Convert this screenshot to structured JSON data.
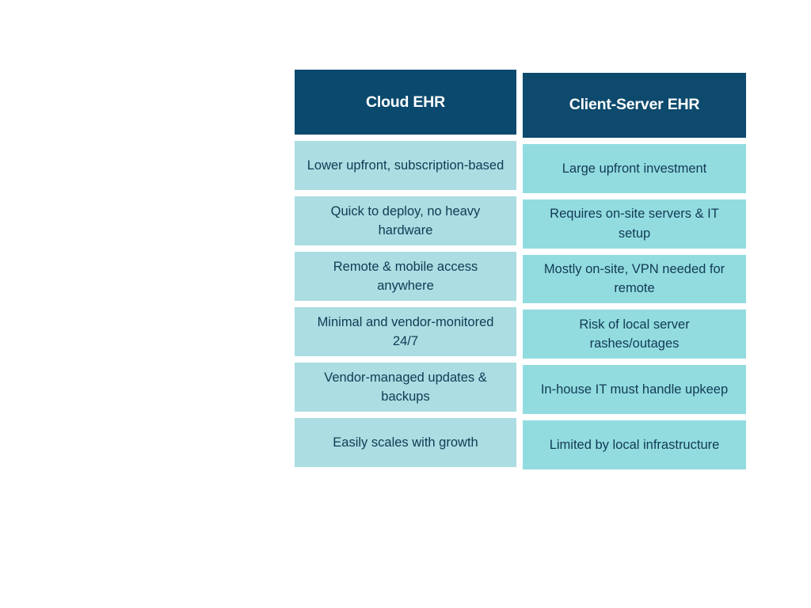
{
  "table": {
    "columns": [
      {
        "id": "cloud-ehr",
        "header": "Cloud EHR",
        "header_bg": "#0b4a6e",
        "cell_bg": "#abdde2",
        "cells": [
          "Lower upfront, subscription-based",
          "Quick to deploy, no heavy hardware",
          "Remote & mobile access anywhere",
          "Minimal and vendor-monitored 24/7",
          "Vendor-managed updates & backups",
          "Easily scales with growth"
        ]
      },
      {
        "id": "client-server-ehr",
        "header": "Client-Server EHR",
        "header_bg": "#0d4a6d",
        "cell_bg": "#92dce0",
        "cells": [
          "Large upfront investment",
          "Requires on-site servers & IT setup",
          "Mostly on-site, VPN needed for remote",
          "Risk of local server rashes/outages",
          "In-house IT must handle upkeep",
          "Limited by local infrastructure"
        ]
      }
    ],
    "text_color": "#123a54",
    "header_text_color": "#ffffff",
    "background": "#ffffff"
  }
}
